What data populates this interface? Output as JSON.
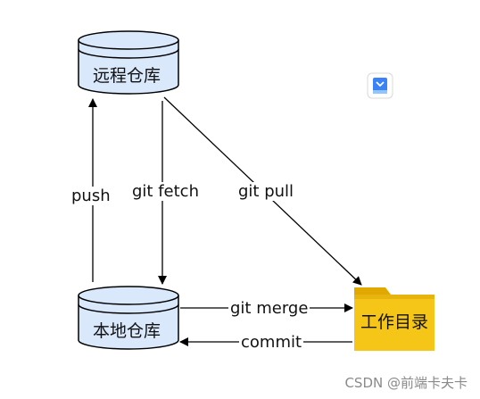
{
  "nodes": {
    "remote_repo": "远程仓库",
    "local_repo": "本地仓库",
    "working_dir": "工作目录"
  },
  "edges": {
    "push": "push",
    "fetch": "git fetch",
    "pull": "git pull",
    "merge": "git merge",
    "commit": "commit"
  },
  "watermark": "CSDN @前端卡夫卡",
  "colors": {
    "cylinder_fill": "#dae8fc",
    "cylinder_stroke": "#000000",
    "folder_fill": "#f5c518",
    "folder_tab": "#e0a800",
    "arrow": "#000000",
    "app_icon": "#3b82f6"
  },
  "icons": [
    "folder-icon",
    "book-app-icon"
  ]
}
